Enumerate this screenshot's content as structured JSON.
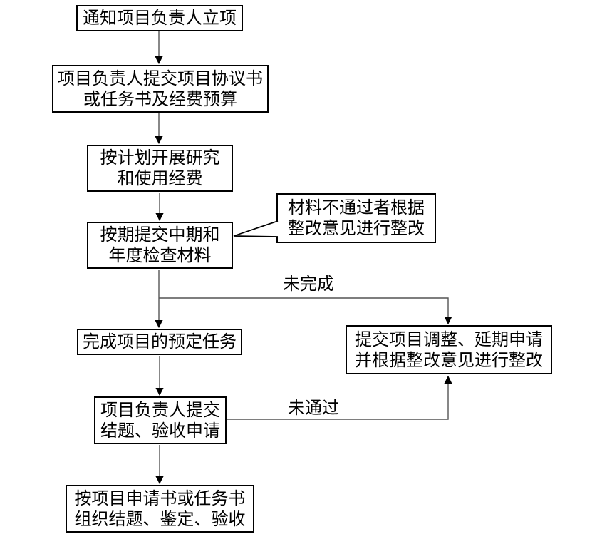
{
  "diagram": {
    "type": "flowchart",
    "language": "zh-CN",
    "colors": {
      "background": "#ffffff",
      "box_border": "#000000",
      "text": "#000000",
      "connector": "#545454",
      "arrowhead": "#000000"
    },
    "nodes": {
      "notify": {
        "line1": "通知项目负责人立项"
      },
      "submit_agreement": {
        "line1": "项目负责人提交项目协议书",
        "line2": "或任务书及经费预算"
      },
      "research": {
        "line1": "按计划开展研究",
        "line2": "和使用经费"
      },
      "midterm": {
        "line1": "按期提交中期和",
        "line2": "年度检查材料"
      },
      "callout": {
        "line1": "材料不通过者根据",
        "line2": "整改意见进行整改"
      },
      "complete": {
        "line1": "完成项目的预定任务"
      },
      "adjust": {
        "line1": "提交项目调整、延期申请",
        "line2": "并根据整改意见进行整改"
      },
      "apply_acceptance": {
        "line1": "项目负责人提交",
        "line2": "结题、验收申请"
      },
      "organize": {
        "line1": "按项目申请书或任务书",
        "line2": "组织结题、鉴定、验收"
      }
    },
    "edge_labels": {
      "not_complete": "未完成",
      "not_passed": "未通过"
    }
  }
}
